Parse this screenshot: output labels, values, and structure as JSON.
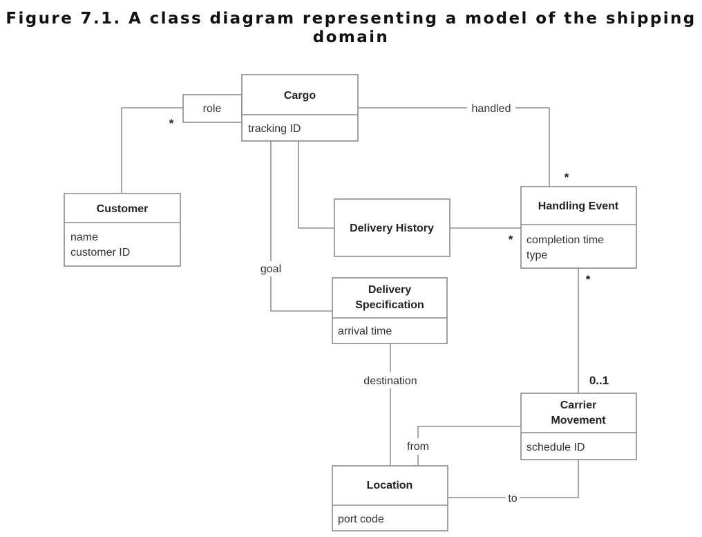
{
  "figure": {
    "title_line1": "Figure 7.1. A class diagram representing a model of the shipping",
    "title_line2": "domain"
  },
  "classes": {
    "cargo": {
      "name": "Cargo",
      "attributes": [
        "tracking ID"
      ]
    },
    "customer": {
      "name": "Customer",
      "attributes": [
        "name",
        "customer ID"
      ]
    },
    "delivery_history": {
      "name": "Delivery History",
      "attributes": []
    },
    "handling_event": {
      "name": "Handling Event",
      "attributes": [
        "completion time",
        "type"
      ]
    },
    "delivery_specification": {
      "name_line1": "Delivery",
      "name_line2": "Specification",
      "attributes": [
        "arrival time"
      ]
    },
    "carrier_movement": {
      "name_line1": "Carrier",
      "name_line2": "Movement",
      "attributes": [
        "schedule ID"
      ]
    },
    "location": {
      "name": "Location",
      "attributes": [
        "port code"
      ]
    }
  },
  "associations": {
    "role": {
      "label": "role",
      "multiplicity": "*"
    },
    "handled": {
      "label": "handled",
      "multiplicity": "*"
    },
    "history_events": {
      "multiplicity": "*"
    },
    "goal": {
      "label": "goal"
    },
    "destination": {
      "label": "destination"
    },
    "event_movement": {
      "multiplicity_event": "*",
      "multiplicity_movement": "0..1"
    },
    "from": {
      "label": "from"
    },
    "to": {
      "label": "to"
    }
  }
}
